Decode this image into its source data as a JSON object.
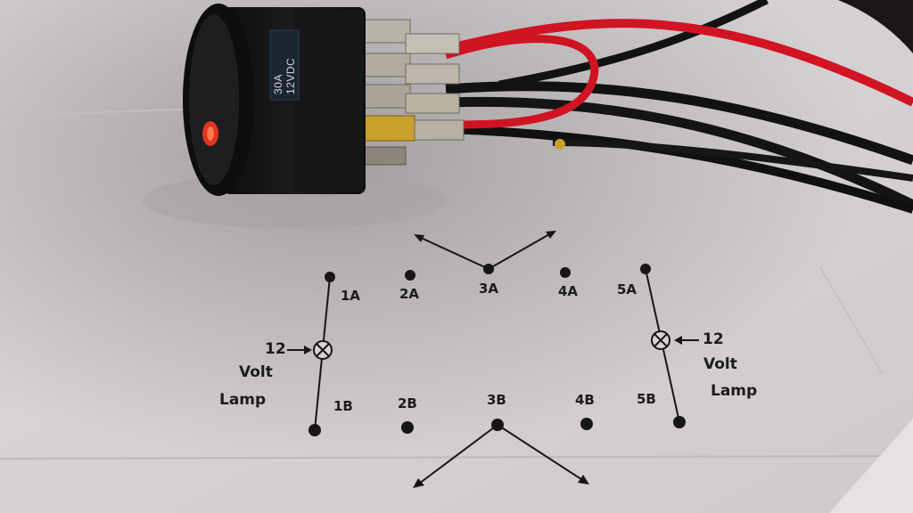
{
  "switch": {
    "rating_label": "30A 12VDC",
    "indicator_color": "#e2361e"
  },
  "wires": {
    "red": "#d11423",
    "black": "#121212",
    "terminal": "#b8b3a8",
    "spade": "#c9a12a"
  },
  "diagram": {
    "pins_top": [
      "1A",
      "2A",
      "3A",
      "4A",
      "5A"
    ],
    "pins_bottom": [
      "1B",
      "2B",
      "3B",
      "4B",
      "5B"
    ],
    "left_lamp": {
      "voltage": "12",
      "line1": "Volt",
      "line2": "Lamp"
    },
    "right_lamp": {
      "voltage": "12",
      "line1": "Volt",
      "line2": "Lamp"
    }
  }
}
